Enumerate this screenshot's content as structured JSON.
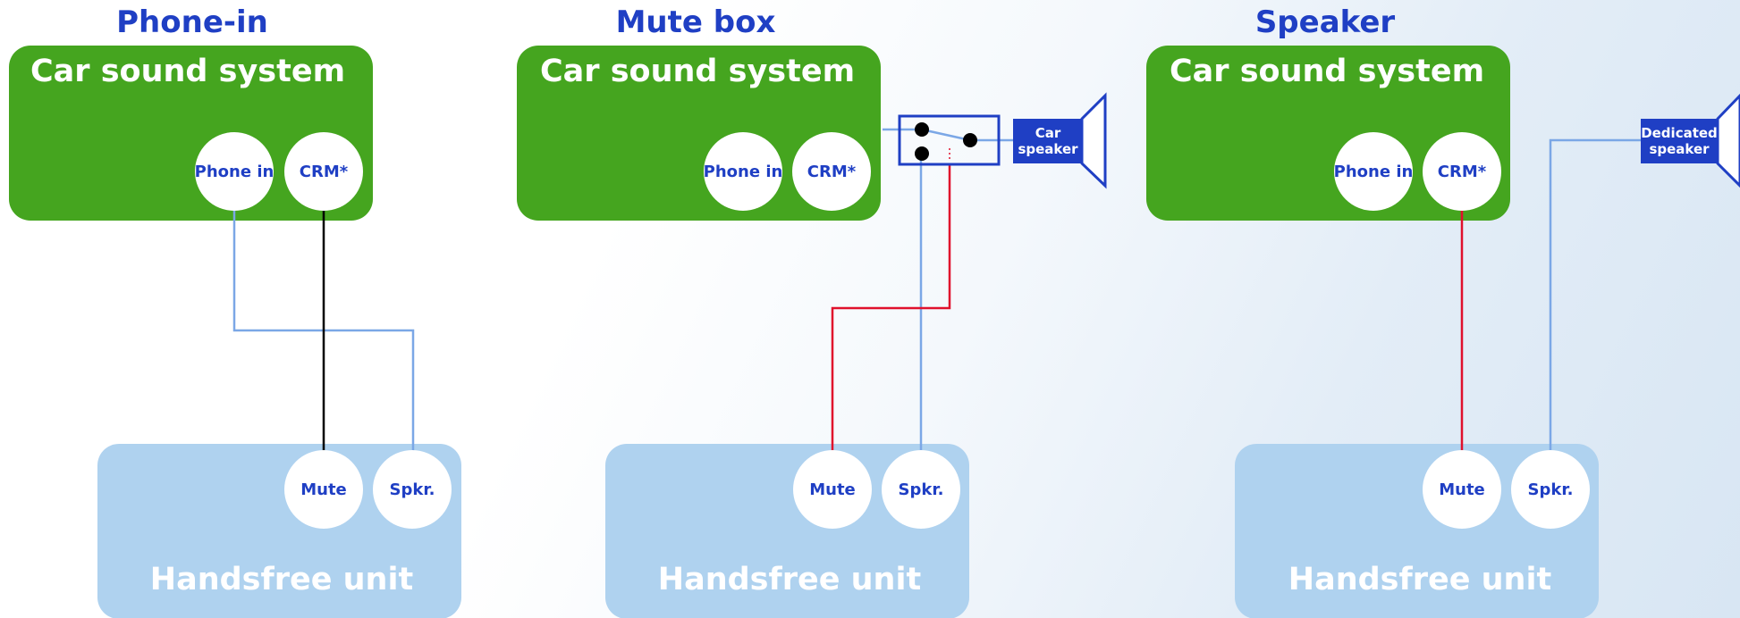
{
  "panels": [
    {
      "title": "Phone-in",
      "system_label": "Car sound system",
      "system_ports": [
        "Phone in",
        "CRM*"
      ],
      "unit_label": "Handsfree unit",
      "unit_ports": [
        "Mute",
        "Spkr."
      ]
    },
    {
      "title": "Mute box",
      "system_label": "Car sound system",
      "system_ports": [
        "Phone in",
        "CRM*"
      ],
      "unit_label": "Handsfree unit",
      "unit_ports": [
        "Mute",
        "Spkr."
      ],
      "speaker_label_lines": [
        "Car",
        "speaker"
      ]
    },
    {
      "title": "Speaker",
      "system_label": "Car sound system",
      "system_ports": [
        "Phone in",
        "CRM*"
      ],
      "unit_label": "Handsfree unit",
      "unit_ports": [
        "Mute",
        "Spkr."
      ],
      "speaker_label_lines": [
        "Dedicated",
        "speaker"
      ]
    }
  ],
  "colors": {
    "system_box": "#45a51f",
    "unit_box": "#afd2ef",
    "title_text": "#1f3fc4",
    "port_text": "#1f3fc4",
    "speaker_fill": "#1f3fc4",
    "wire_speaker": "#7ba7e6",
    "wire_mute_black": "#000000",
    "wire_mute_red": "#e0102c"
  },
  "icons": [
    "speaker-icon",
    "switch-icon"
  ]
}
